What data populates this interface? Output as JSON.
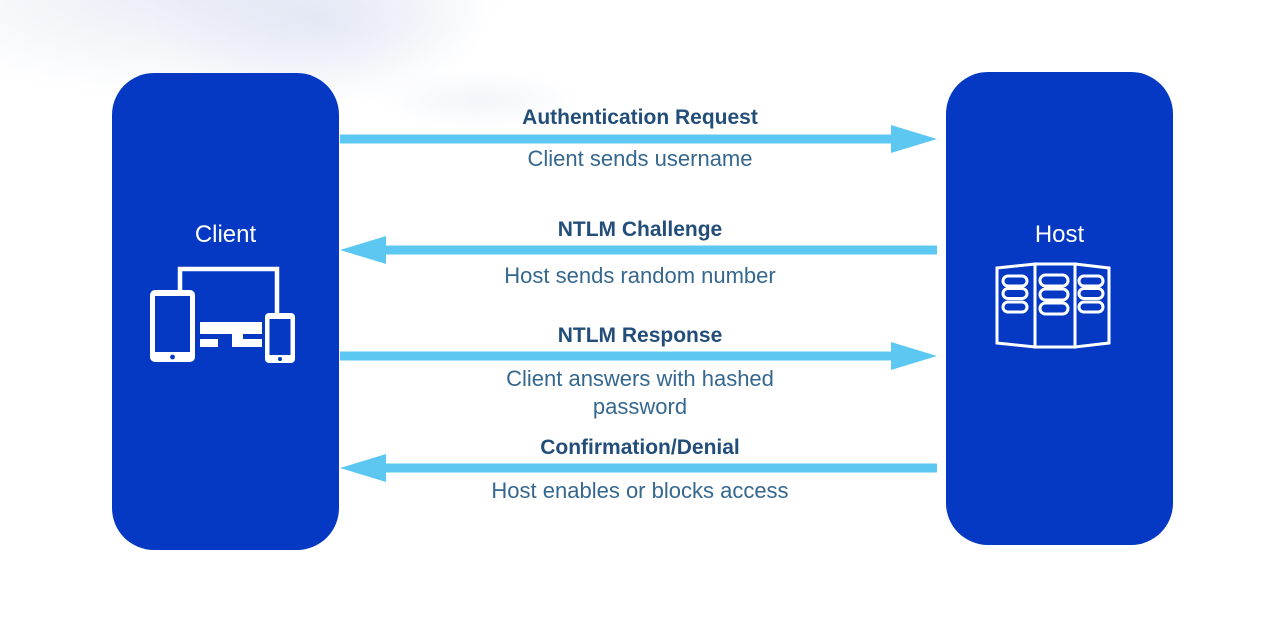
{
  "diagram": {
    "type": "sequence-flow",
    "nodes": {
      "client": {
        "label": "Client",
        "icon": "devices-icon"
      },
      "host": {
        "label": "Host",
        "icon": "server-rack-icon"
      }
    },
    "flows": [
      {
        "title": "Authentication Request",
        "description": "Client sends username",
        "arrow_direction": "right"
      },
      {
        "title": "NTLM Challenge",
        "description": "Host sends random number",
        "arrow_direction": "left"
      },
      {
        "title": "NTLM Response",
        "description": "Client answers with hashed password",
        "arrow_direction": "right"
      },
      {
        "title": "Confirmation/Denial",
        "description": "Host enables or blocks access",
        "arrow_direction": "left"
      }
    ],
    "colors": {
      "node_fill": "#0539C4",
      "arrow": "#5CC8F2",
      "flow_title": "#224E79",
      "flow_description": "#35678F",
      "node_label": "#FFFFFF",
      "background": "#FFFFFF"
    }
  }
}
